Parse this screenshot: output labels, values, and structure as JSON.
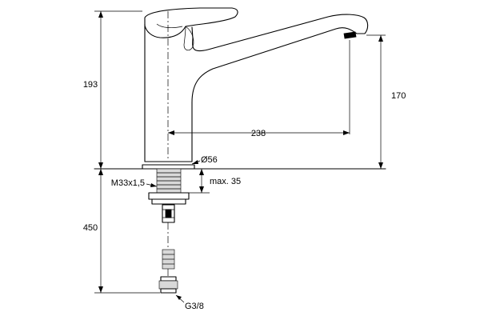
{
  "diagram": {
    "dimensions": {
      "total_height_above": "193",
      "spout_height": "170",
      "spout_reach": "238",
      "base_diameter": "Ø56",
      "mounting_thread": "M33x1,5",
      "max_deck_thickness": "max. 35",
      "hose_length": "450",
      "hose_connection": "G3/8"
    }
  }
}
